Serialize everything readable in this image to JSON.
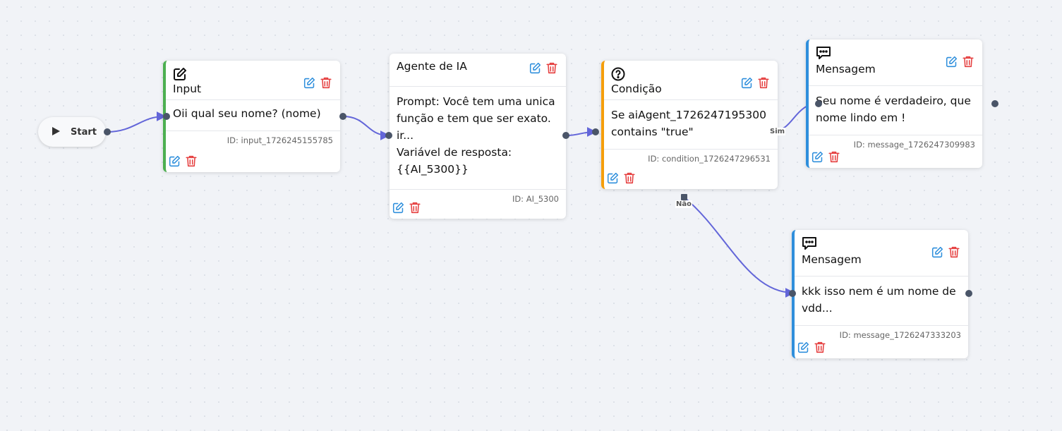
{
  "canvas": {
    "background": "#f1f3f7"
  },
  "colors": {
    "edge": "#6366d9",
    "edit": "#2f8fdc",
    "delete": "#e53e3e",
    "input_accent": "#4caf50",
    "condition_accent": "#f59e0b",
    "message_accent": "#2f8fdc"
  },
  "start": {
    "label": "Start",
    "icon": "play-icon"
  },
  "nodes": {
    "input": {
      "icon": "edit-square-icon",
      "title": "Input",
      "body": "Oii qual seu nome? (nome)",
      "id_text": "ID: input_1726245155785"
    },
    "ai_agent": {
      "title": "Agente de IA",
      "body_prompt": "Prompt: Você tem uma unica função e tem que ser exato. ir...",
      "body_var": "Variável de resposta: {{AI_5300}}",
      "id_text": "ID: AI_5300"
    },
    "condition": {
      "icon": "question-circle-icon",
      "title": "Condição",
      "body": "Se aiAgent_1726247195300 contains \"true\"",
      "id_text": "ID: condition_1726247296531"
    },
    "message_yes": {
      "icon": "chat-bubble-icon",
      "title": "Mensagem",
      "body": "Seu nome é verdadeiro, que nome lindo em !",
      "id_text": "ID: message_1726247309983"
    },
    "message_no": {
      "icon": "chat-bubble-icon",
      "title": "Mensagem",
      "body": "kkk isso nem é um nome de vdd...",
      "id_text": "ID: message_1726247333203"
    }
  },
  "edge_labels": {
    "yes": "Sim",
    "no": "Não"
  }
}
